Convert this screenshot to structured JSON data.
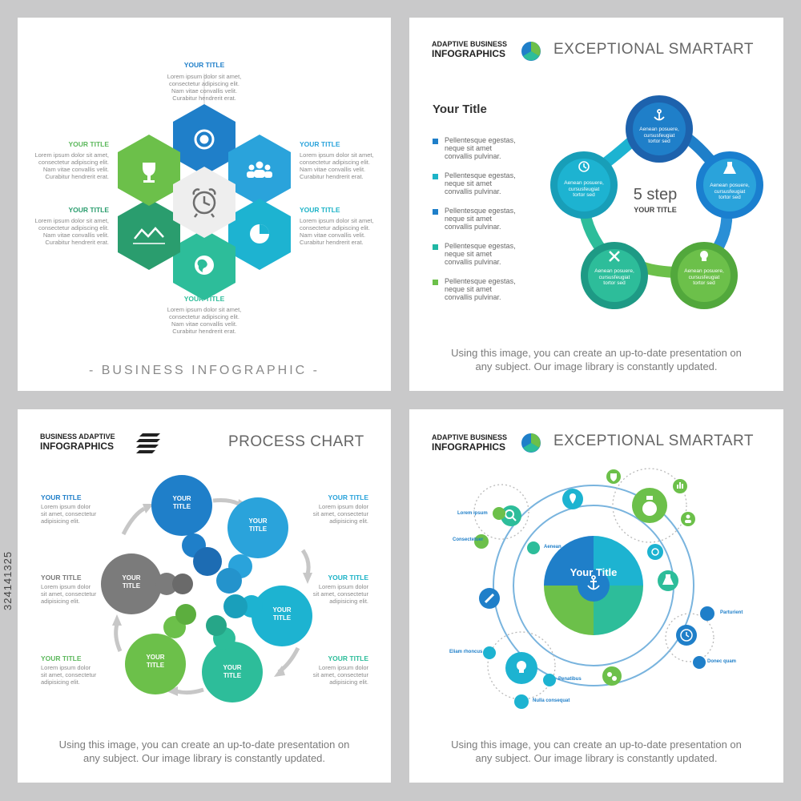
{
  "panel1": {
    "top": {
      "title": "YOUR TITLE",
      "lines": [
        "Lorem ipsum dolor sit amet,",
        "consectetur adipiscing elit.",
        "Nam vitae convallis velit.",
        "Curabitur hendrerit erat."
      ]
    },
    "left_top": {
      "title": "YOUR TITLE",
      "lines": [
        "Lorem ipsum dolor sit amet,",
        "consectetur adipiscing elit.",
        "Nam vitae convallis velit.",
        "Curabitur hendrerit erat."
      ]
    },
    "left_bottom": {
      "title": "YOUR TITLE",
      "lines": [
        "Lorem ipsum dolor sit amet,",
        "consectetur adipiscing elit.",
        "Nam vitae convallis velit.",
        "Curabitur hendrerit erat."
      ]
    },
    "right_top": {
      "title": "YOUR TITLE",
      "lines": [
        "Lorem ipsum dolor sit amet,",
        "consectetur adipiscing elit.",
        "Nam vitae convallis velit.",
        "Curabitur hendrerit erat."
      ]
    },
    "right_bottom": {
      "title": "YOUR TITLE",
      "lines": [
        "Lorem ipsum dolor sit amet,",
        "consectetur adipiscing elit.",
        "Nam vitae convallis velit.",
        "Curabitur hendrerit erat."
      ]
    },
    "bottom": {
      "title": "YOUR TITLE",
      "lines": [
        "Lorem ipsum dolor sit amet,",
        "consectetur adipiscing elit.",
        "Nam vitae convallis velit.",
        "Curabitur hendrerit erat."
      ]
    },
    "footer": "- BUSINESS INFOGRAPHIC -",
    "hex_icons": [
      "gear-icon",
      "people-icon",
      "pie-chart-icon",
      "globe-icon",
      "line-chart-icon",
      "trophy-icon",
      "alarm-clock-icon"
    ]
  },
  "panel2": {
    "brand_line1": "ADAPTIVE BUSINESS",
    "brand_line2": "INFOGRAPHICS",
    "header": "EXCEPTIONAL SMARTART",
    "list_title": "Your Title",
    "bullets": [
      {
        "text": [
          "Pellentesque egestas,",
          "neque sit amet",
          "convallis pulvinar."
        ],
        "color": "#1f7fc9"
      },
      {
        "text": [
          "Pellentesque egestas,",
          "neque sit amet",
          "convallis pulvinar."
        ],
        "color": "#1db3c7"
      },
      {
        "text": [
          "Pellentesque egestas,",
          "neque sit amet",
          "convallis pulvinar."
        ],
        "color": "#1f7fc9"
      },
      {
        "text": [
          "Pellentesque egestas,",
          "neque sit amet",
          "convallis pulvinar."
        ],
        "color": "#20b7a4"
      },
      {
        "text": [
          "Pellentesque egestas,",
          "neque sit amet",
          "convallis pulvinar."
        ],
        "color": "#6cc04a"
      }
    ],
    "center_big": "5 step",
    "center_small": "YOUR TITLE",
    "step_text": [
      "Aenean posuere,",
      "cursusfeugiat",
      "tortor sed"
    ],
    "step_icons": [
      "anchor-icon",
      "flask-icon",
      "lightbulb-icon",
      "tools-icon",
      "clock-icon"
    ],
    "footer_line1": "Using this image, you can create an up-to-date presentation on",
    "footer_line2": "any subject. Our image library is constantly updated."
  },
  "panel3": {
    "brand_line1": "BUSINESS ADAPTIVE",
    "brand_line2": "INFOGRAPHICS",
    "header": "PROCESS CHART",
    "labels_left": [
      {
        "title": "YOUR TITLE",
        "lines": [
          "Lorem ipsum dolor",
          "sit amet, consectetur",
          "adipisicing elit."
        ]
      },
      {
        "title": "YOUR TITLE",
        "lines": [
          "Lorem ipsum dolor",
          "sit amet, consectetur",
          "adipisicing elit."
        ]
      },
      {
        "title": "YOUR TITLE",
        "lines": [
          "Lorem ipsum dolor",
          "sit amet, consectetur",
          "adipisicing elit."
        ]
      }
    ],
    "labels_right": [
      {
        "title": "YOUR TITLE",
        "lines": [
          "Lorem ipsum dolor",
          "sit amet, consectetur",
          "adipisicing elit."
        ]
      },
      {
        "title": "YOUR TITLE",
        "lines": [
          "Lorem ipsum dolor",
          "sit amet, consectetur",
          "adipisicing elit."
        ]
      },
      {
        "title": "YOUR TITLE",
        "lines": [
          "Lorem ipsum dolor",
          "sit amet, consectetur",
          "adipisicing elit."
        ]
      }
    ],
    "circle_text": [
      "YOUR",
      "TITLE"
    ],
    "footer_line1": "Using this image, you can create an up-to-date presentation on",
    "footer_line2": "any subject. Our image library is constantly updated."
  },
  "panel4": {
    "brand_line1": "ADAPTIVE BUSINESS",
    "brand_line2": "INFOGRAPHICS",
    "header": "EXCEPTIONAL SMARTART",
    "center_title": "Your Title",
    "labels": [
      "Lorem ipsum",
      "Consectetuer",
      "Aenean",
      "Parturient",
      "Donec quam",
      "Eliam rhoncus",
      "Penatibus",
      "Nulla consequat"
    ],
    "icons": [
      "search-icon",
      "location-pin-icon",
      "shield-icon",
      "money-bag-icon",
      "bar-chart-icon",
      "user-icon",
      "target-icon",
      "flask-icon",
      "pen-icon",
      "clock-icon",
      "lightbulb-icon",
      "gears-icon",
      "anchor-icon"
    ],
    "footer_line1": "Using this image, you can create an up-to-date presentation on",
    "footer_line2": "any subject. Our image library is constantly updated."
  },
  "stock_id": "324141325",
  "colors": {
    "blue": "#1f7fc9",
    "cyan": "#1db3c7",
    "teal": "#20b7a4",
    "green": "#6cc04a",
    "gray": "#7b7b7b"
  }
}
